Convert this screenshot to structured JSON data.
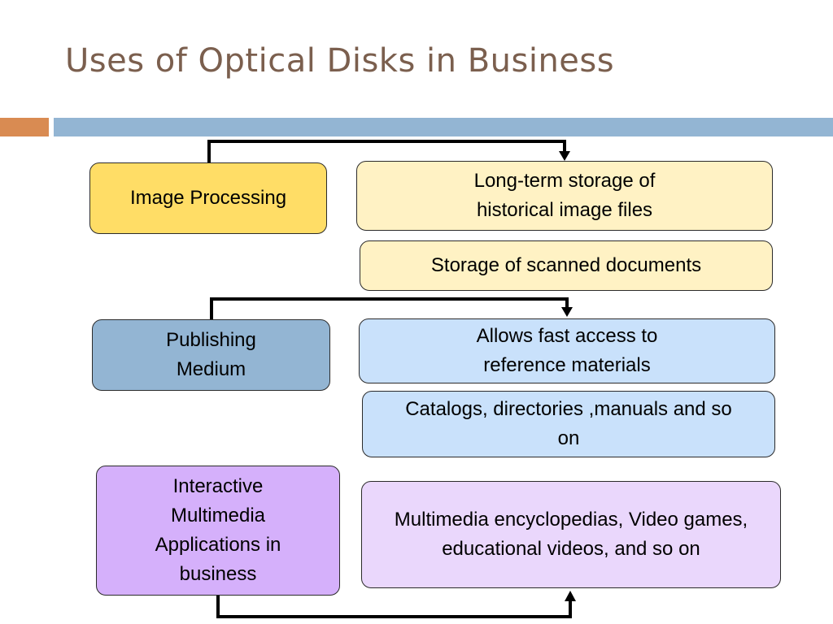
{
  "title": "Uses of Optical Disks in Business",
  "colors": {
    "title": "#7b5f4e",
    "accent_orange": "#d98b52",
    "accent_blue": "#93b5d3",
    "image_processing_fill": "#ffdd66",
    "image_processing_detail_fill": "#fff2c4",
    "publishing_fill": "#93b5d3",
    "publishing_detail_fill": "#c9e1fb",
    "multimedia_fill": "#d5b0fb",
    "multimedia_detail_fill": "#ead7fc"
  },
  "groups": [
    {
      "category": "Image Processing",
      "details": [
        "Long-term storage of historical image files",
        "Storage of scanned documents"
      ]
    },
    {
      "category": "Publishing Medium",
      "details": [
        "Allows fast access to reference materials",
        "Catalogs, directories ,manuals and so on"
      ]
    },
    {
      "category": "Interactive Multimedia Applications in business",
      "details": [
        "Multimedia encyclopedias, Video games, educational videos, and so on"
      ]
    }
  ]
}
